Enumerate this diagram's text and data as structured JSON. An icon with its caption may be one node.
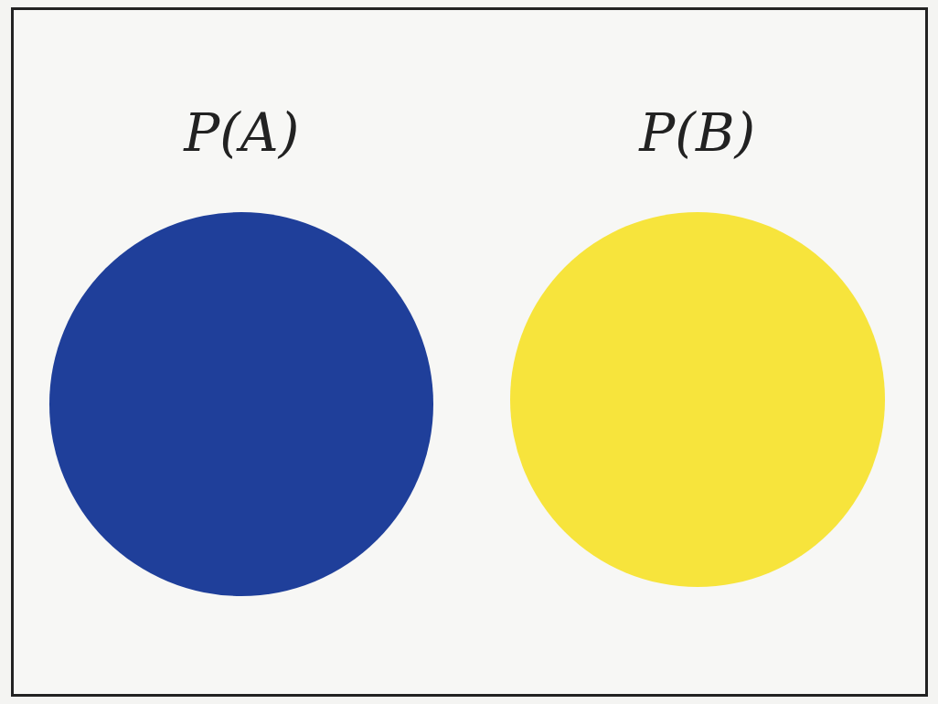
{
  "diagram": {
    "nodes": [
      {
        "text": [],
        "shape": "box"
      },
      {
        "text": [
          "P(A)"
        ],
        "in": 0
      },
      {
        "text": [
          "P(B)"
        ],
        "in": 0
      }
    ]
  }
}
